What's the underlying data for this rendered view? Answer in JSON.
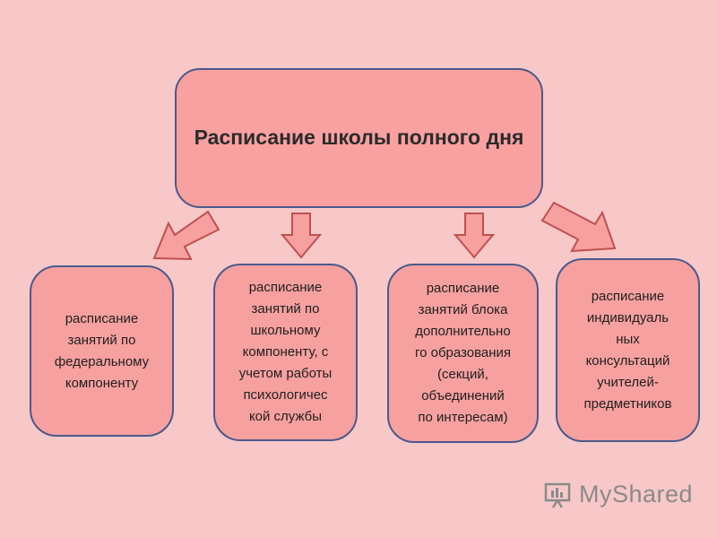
{
  "root": {
    "title": "Расписание школы полного дня"
  },
  "children": [
    {
      "id": "federal",
      "lines": [
        "расписание",
        "занятий по",
        "федеральному",
        "компоненту"
      ]
    },
    {
      "id": "school",
      "lines": [
        "расписание",
        "занятий по",
        "школьному",
        "компоненту, с",
        "учетом работы",
        "психологичес",
        "кой службы"
      ]
    },
    {
      "id": "extra",
      "lines": [
        "расписание",
        "занятий блока",
        "дополнительно",
        "го образования",
        "(секций,",
        "объединений",
        "по интересам)"
      ]
    },
    {
      "id": "individual",
      "lines": [
        "расписание",
        "индивидуаль",
        "ных",
        "консультаций",
        "учителей-",
        "предметников"
      ]
    }
  ],
  "watermark": {
    "text": "MyShared",
    "icon": "presentation-board-icon"
  },
  "colors": {
    "background": "#f8c8c8",
    "box_fill": "#f9a0a0",
    "border": "#4a5a8c",
    "arrow_fill": "#f7a0a0",
    "arrow_stroke": "#c0504d"
  }
}
